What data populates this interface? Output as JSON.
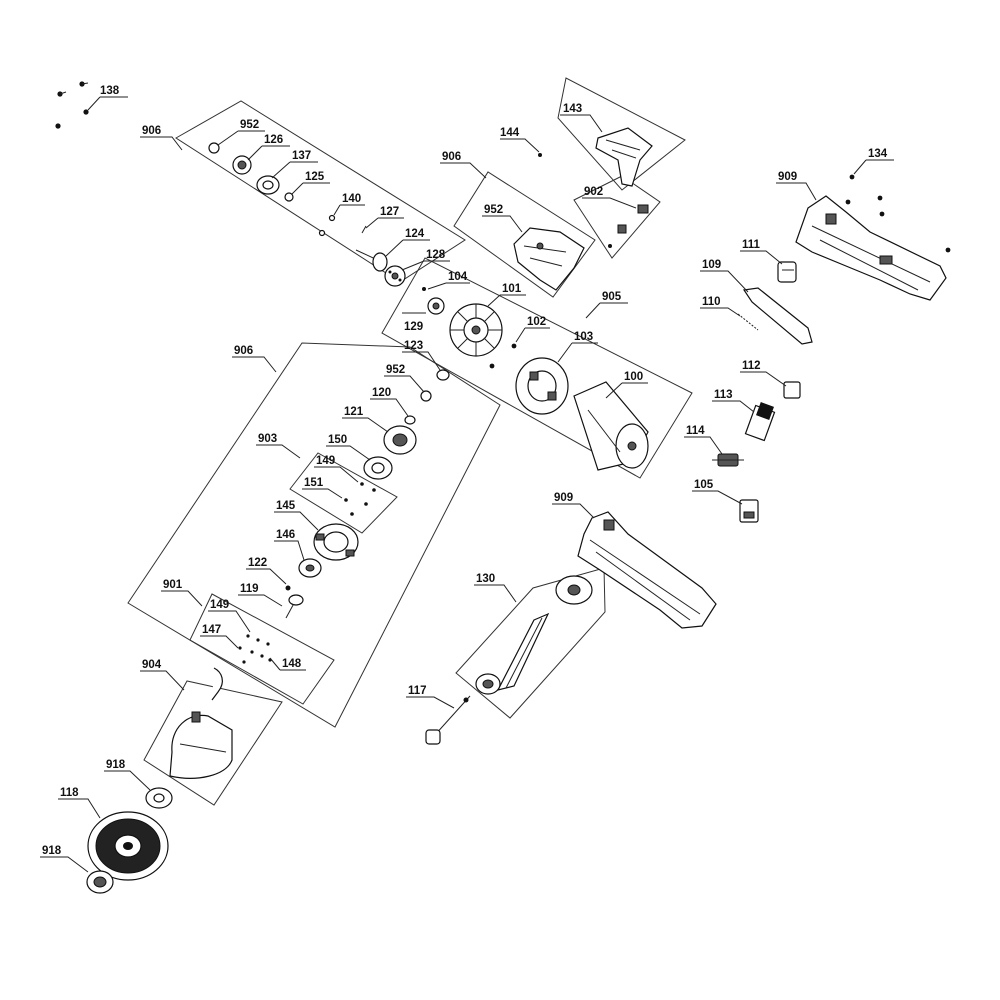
{
  "diagram": {
    "labels": {
      "l138": "138",
      "l906a": "906",
      "l952a": "952",
      "l126": "126",
      "l137": "137",
      "l125": "125",
      "l140": "140",
      "l127": "127",
      "l124": "124",
      "l128": "128",
      "l144": "144",
      "l143": "143",
      "l906b": "906",
      "l952b": "952",
      "l902": "902",
      "l134": "134",
      "l909a": "909",
      "l111": "111",
      "l109": "109",
      "l110": "110",
      "l104": "104",
      "l101": "101",
      "l905": "905",
      "l102": "102",
      "l129": "129",
      "l103": "103",
      "l906c": "906",
      "l123": "123",
      "l952c": "952",
      "l100": "100",
      "l120": "120",
      "l121": "121",
      "l112": "112",
      "l113": "113",
      "l903": "903",
      "l150": "150",
      "l149a": "149",
      "l114": "114",
      "l151": "151",
      "l105": "105",
      "l145": "145",
      "l909b": "909",
      "l146": "146",
      "l122": "122",
      "l130": "130",
      "l901": "901",
      "l119": "119",
      "l149b": "149",
      "l147": "147",
      "l148": "148",
      "l904": "904",
      "l117": "117",
      "l918a": "918",
      "l118": "118",
      "l918b": "918"
    }
  }
}
